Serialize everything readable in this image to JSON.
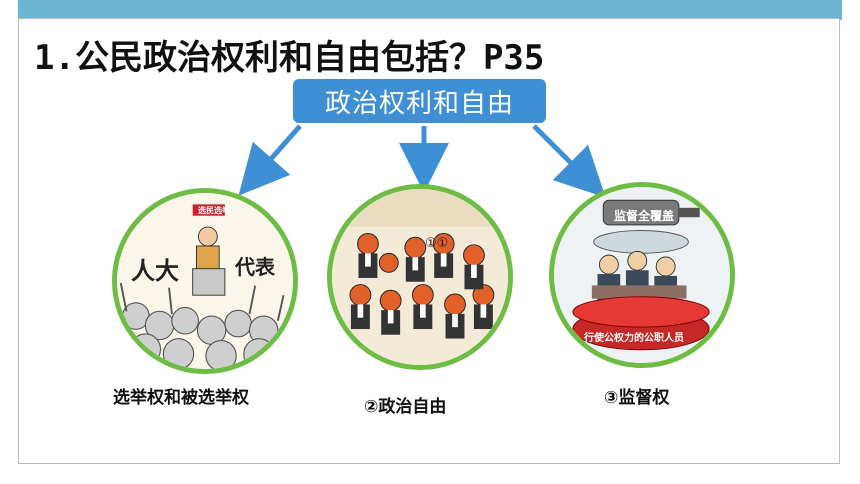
{
  "title": "1.公民政治权利和自由包括？P35",
  "center_label": "政治权利和自由",
  "colors": {
    "accent_blue": "#3f8fd4",
    "circle_green": "#6dbd45",
    "top_bar": "#6ab6d3"
  },
  "items": [
    {
      "caption": "选举权和被选举权",
      "image": {
        "board_left": "人大",
        "board_right": "代表",
        "badge": "选民选举"
      }
    },
    {
      "caption": "②政治自由",
      "image": {
        "marks": "①①"
      }
    },
    {
      "caption": "③监督权",
      "image": {
        "magnifier_text": "监督全覆盖",
        "banner_text": "行使公权力的公职人员"
      }
    }
  ]
}
